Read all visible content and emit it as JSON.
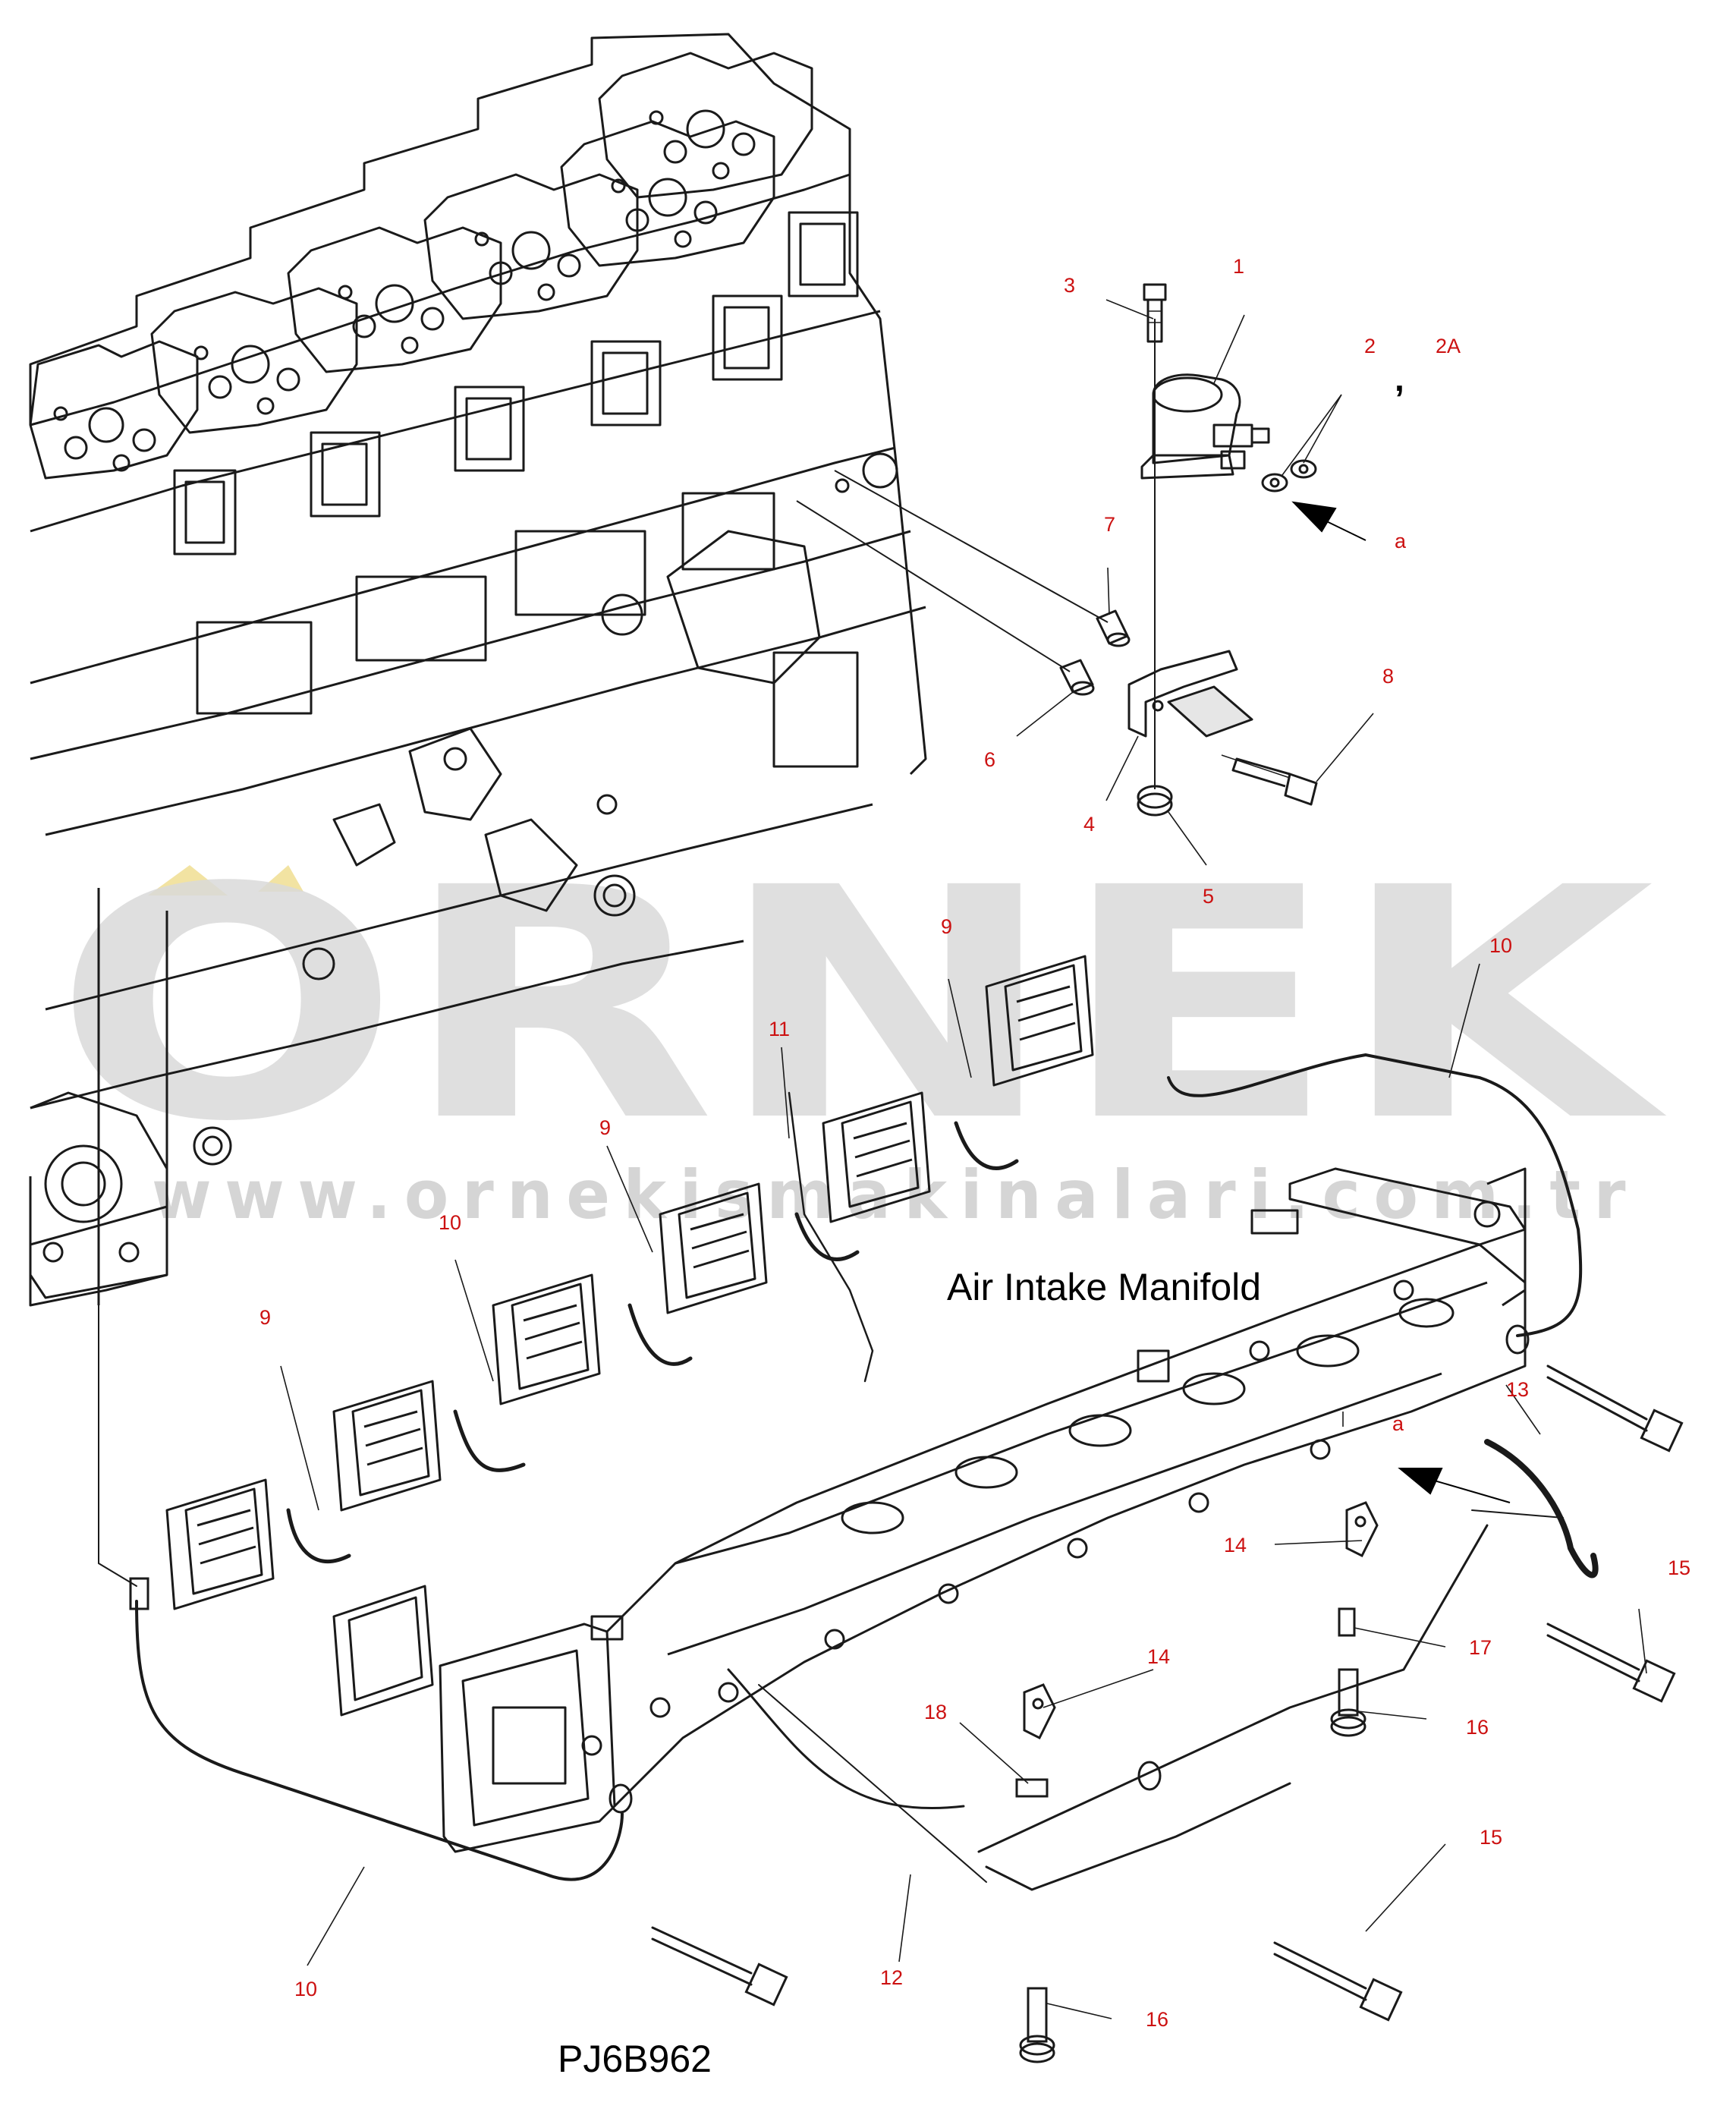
{
  "watermark": {
    "brand": "ORNEK",
    "url": "www.ornekismakinalari.com.tr",
    "brand_color": "#d9d9d9",
    "accent_color": "#f2e3a2"
  },
  "colors": {
    "line": "#1a1a1a",
    "callout": "#cc1111",
    "arrow": "#000000"
  },
  "labels": {
    "assembly": "Air Intake Manifold",
    "drawing_code": "PJ6B962",
    "comma": ","
  },
  "callouts": [
    "1",
    "2",
    "2A",
    "3",
    "4",
    "5",
    "6",
    "7",
    "8",
    "9",
    "9",
    "9",
    "10",
    "10",
    "10",
    "11",
    "12",
    "13",
    "14",
    "14",
    "15",
    "15",
    "16",
    "16",
    "17",
    "18",
    "a",
    "a"
  ]
}
